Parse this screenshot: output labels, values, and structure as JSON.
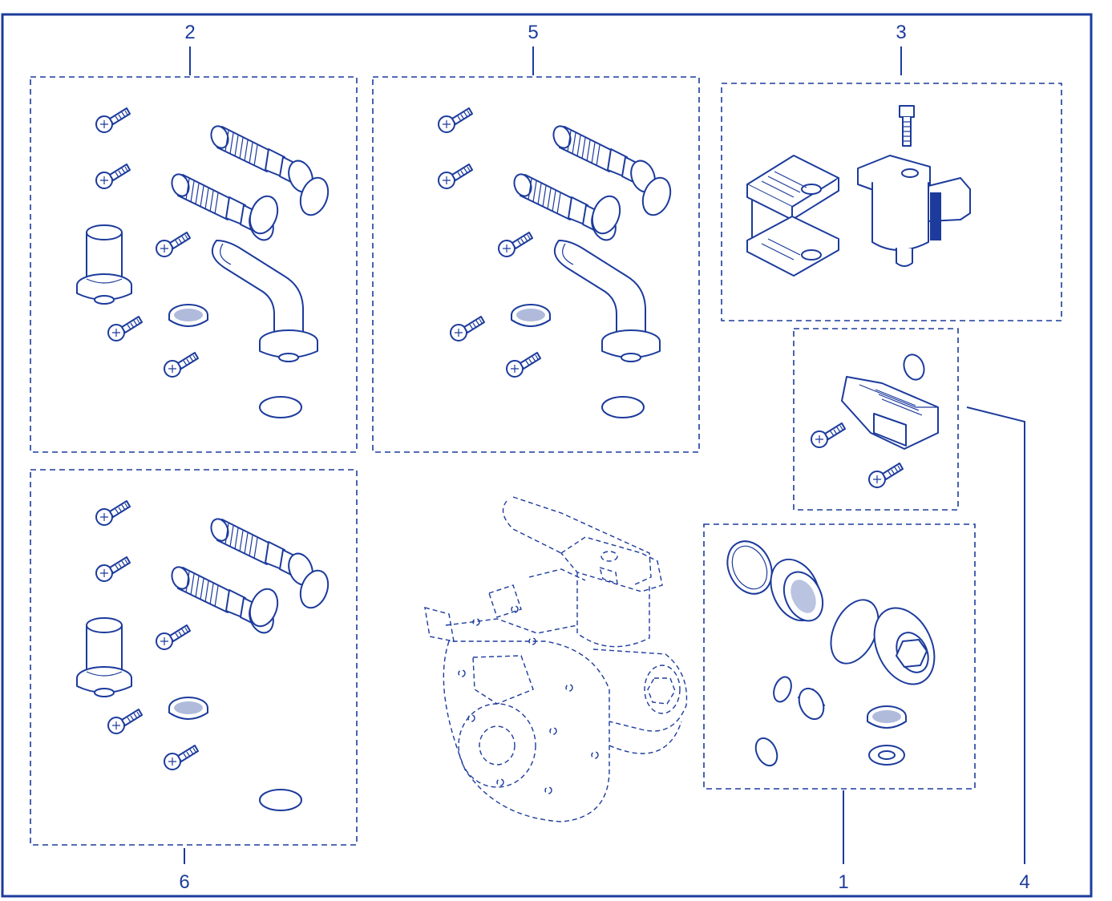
{
  "accent_color": "#1c3b9c",
  "background_color": "#ffffff",
  "callouts": {
    "c1": "1",
    "c2": "2",
    "c3": "3",
    "c4": "4",
    "c5": "5",
    "c6": "6"
  }
}
